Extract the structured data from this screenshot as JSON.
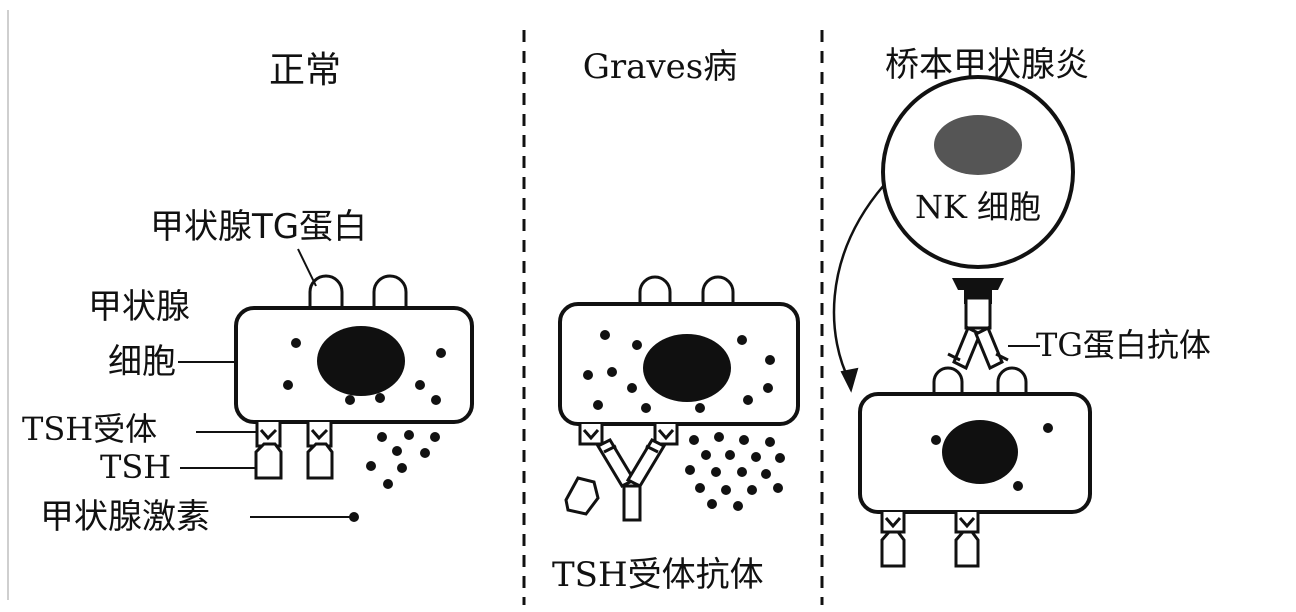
{
  "panels": {
    "normal": {
      "title": "正常",
      "label_tg_protein": "甲状腺TG蛋白",
      "label_thyroid_cell_line1": "甲状腺",
      "label_thyroid_cell_line2": "细胞",
      "label_tsh_receptor": "TSH受体",
      "label_tsh": "TSH",
      "label_thyroid_hormone": "甲状腺激素"
    },
    "graves": {
      "title": "Graves病",
      "label_tsh_receptor_antibody": "TSH受体抗体"
    },
    "hashimoto": {
      "title": "桥本甲状腺炎",
      "label_nk_cell": "NK 细胞",
      "label_tg_antibody": "TG蛋白抗体"
    }
  },
  "colors": {
    "line": "#111111",
    "nucleus": "#101010",
    "nk_nucleus": "#555555",
    "background": "#ffffff"
  }
}
